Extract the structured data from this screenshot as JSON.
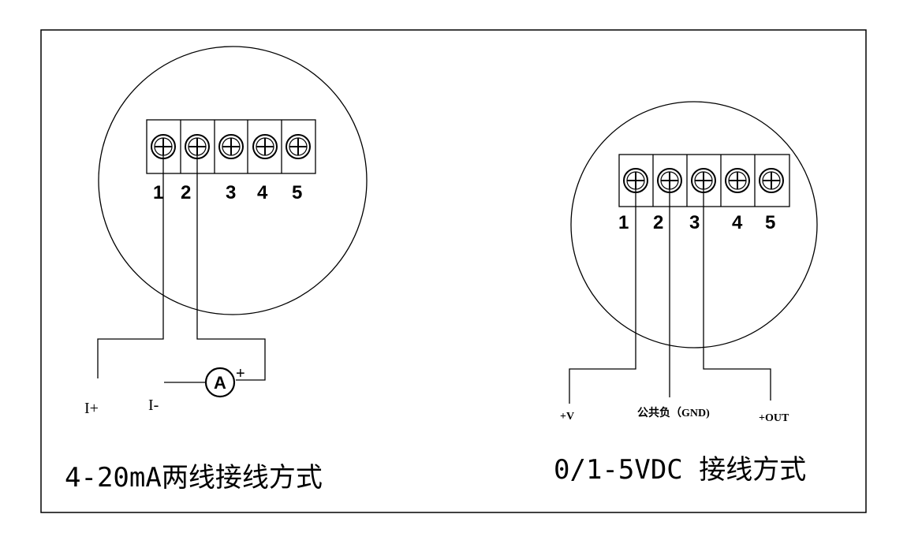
{
  "left": {
    "terminal_numbers": [
      "1",
      "2",
      "3",
      "4",
      "5"
    ],
    "label_i_plus": "I+",
    "label_i_minus": "I-",
    "ammeter_symbol": "A",
    "ammeter_plus": "+",
    "caption": "4-20mA两线接线方式"
  },
  "right": {
    "terminal_numbers": [
      "1",
      "2",
      "3",
      "4",
      "5"
    ],
    "label_v_plus": "+V",
    "label_gnd": "公共负（GND)",
    "label_out": "+OUT",
    "caption": "0/1-5VDC 接线方式"
  }
}
